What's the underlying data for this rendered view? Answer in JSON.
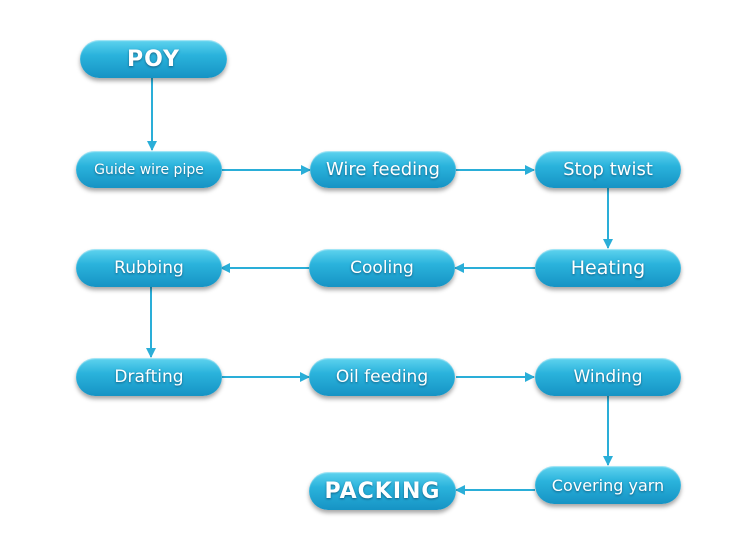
{
  "colors": {
    "node_top": "#5fd3ef",
    "node_bottom": "#1693c4",
    "arrow": "#2aaed8",
    "text": "#ffffff"
  },
  "nodes": {
    "poy": "POY",
    "guide_wire_pipe": "Guide wire pipe",
    "wire_feeding": "Wire feeding",
    "stop_twist": "Stop twist",
    "heating": "Heating",
    "cooling": "Cooling",
    "rubbing": "Rubbing",
    "drafting": "Drafting",
    "oil_feeding": "Oil feeding",
    "winding": "Winding",
    "covering_yarn": "Covering yarn",
    "packing": "PACKING"
  }
}
